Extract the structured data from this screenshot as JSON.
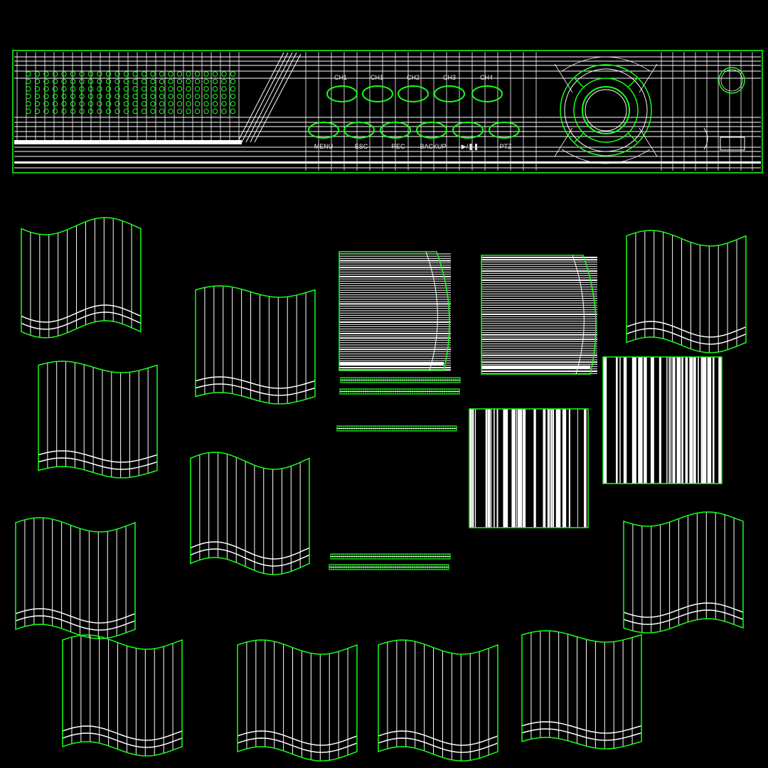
{
  "colors": {
    "background": "#000000",
    "outline": "#18ff18",
    "wire": "#ffffff"
  },
  "panel": {
    "channel_labels": [
      "CH1",
      "CH1",
      "CH2",
      "CH3",
      "CH4"
    ],
    "button_labels": [
      "MENU",
      "ESC",
      "REC",
      "BACKUP",
      "▶/❚❚",
      "PTZ"
    ],
    "icons": [
      "jog-dial-icon",
      "power-knob-icon",
      "speaker-grille-icon"
    ]
  }
}
